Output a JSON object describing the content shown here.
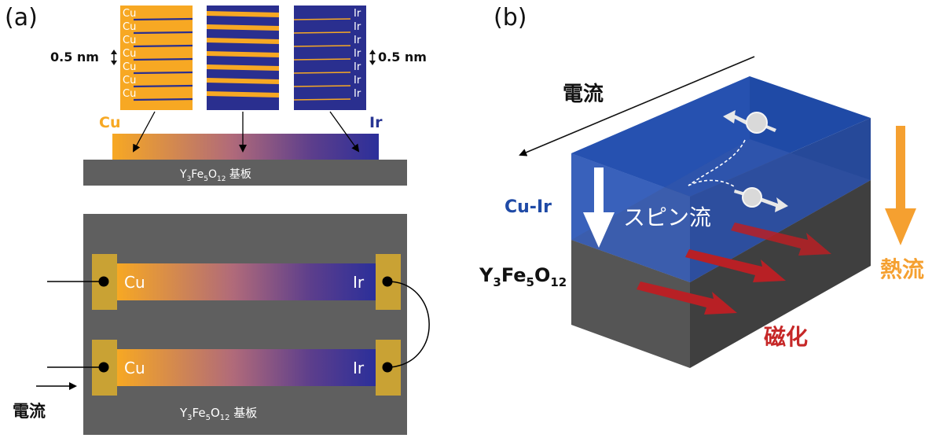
{
  "panel_a": {
    "label": "(a)",
    "layer_left": [
      "Cu",
      "Cu",
      "Cu",
      "Cu",
      "Cu",
      "Cu",
      "Cu"
    ],
    "layer_right": [
      "Ir",
      "Ir",
      "Ir",
      "Ir",
      "Ir",
      "Ir",
      "Ir"
    ],
    "thickness_left": "0.5 nm",
    "thickness_right": "0.5 nm",
    "cu_label": "Cu",
    "ir_label": "Ir",
    "substrate": {
      "y": "Y",
      "y_sub": "3",
      "fe": "Fe",
      "fe_sub": "5",
      "o": "O",
      "o_sub": "12",
      "suffix": " 基板"
    },
    "device": {
      "strip1_left": "Cu",
      "strip1_right": "Ir",
      "strip2_left": "Cu",
      "strip2_right": "Ir",
      "current": "電流",
      "substrate": {
        "y": "Y",
        "y_sub": "3",
        "fe": "Fe",
        "fe_sub": "5",
        "o": "O",
        "o_sub": "12",
        "suffix": " 基板"
      }
    }
  },
  "panel_b": {
    "label": "(b)",
    "current": "電流",
    "film": "Cu-Ir",
    "spin_current": "スピン流",
    "yig": {
      "y": "Y",
      "y_sub": "3",
      "fe": "Fe",
      "fe_sub": "5",
      "o": "O",
      "o_sub": "12"
    },
    "magnetization": "磁化",
    "heat_flow": "熱流"
  },
  "colors": {
    "cu_orange": "#f7a823",
    "ir_blue": "#283593",
    "film_blue": "#1f4aa6",
    "substrate_gray": "#5f5f5f",
    "magnet_red": "#c62828",
    "heat_orange": "#f5a030"
  }
}
